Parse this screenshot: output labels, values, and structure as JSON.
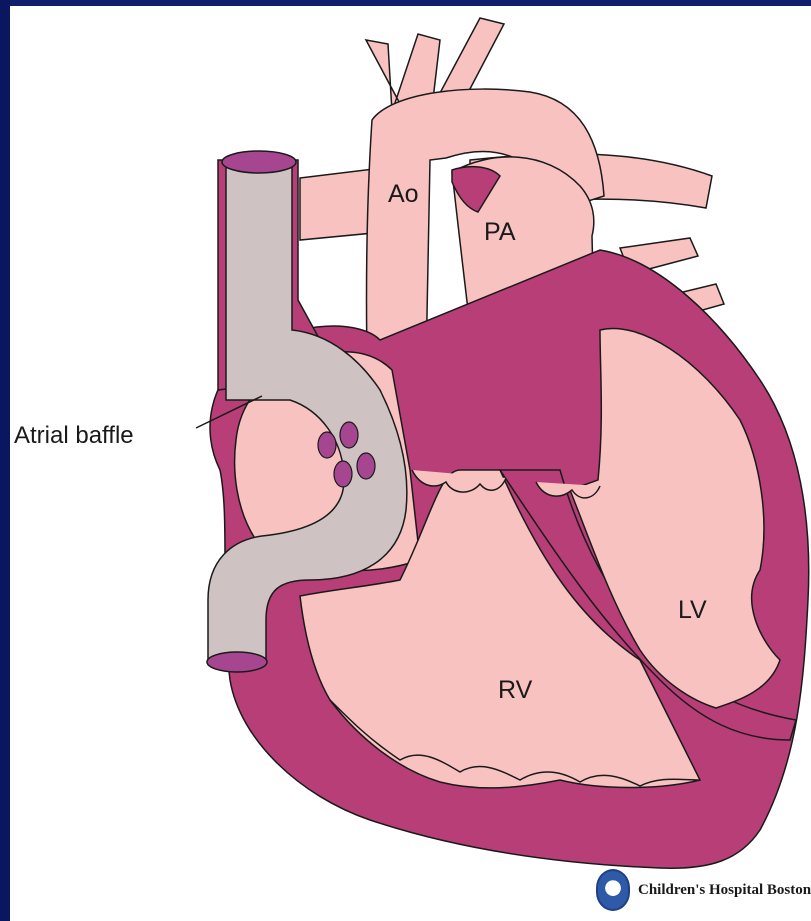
{
  "labels": {
    "ao": "Ao",
    "pa": "PA",
    "lv": "LV",
    "rv": "RV",
    "atrial_baffle": "Atrial baffle"
  },
  "logo": {
    "text": "Children's Hospital Boston"
  },
  "colors": {
    "background": "#0f1f6e",
    "panel": "#ffffff",
    "tissue_light": "#f8c2c0",
    "muscle_dark": "#b83e78",
    "baffle": "#cfc2c2",
    "vessel_opening": "#a64690"
  }
}
